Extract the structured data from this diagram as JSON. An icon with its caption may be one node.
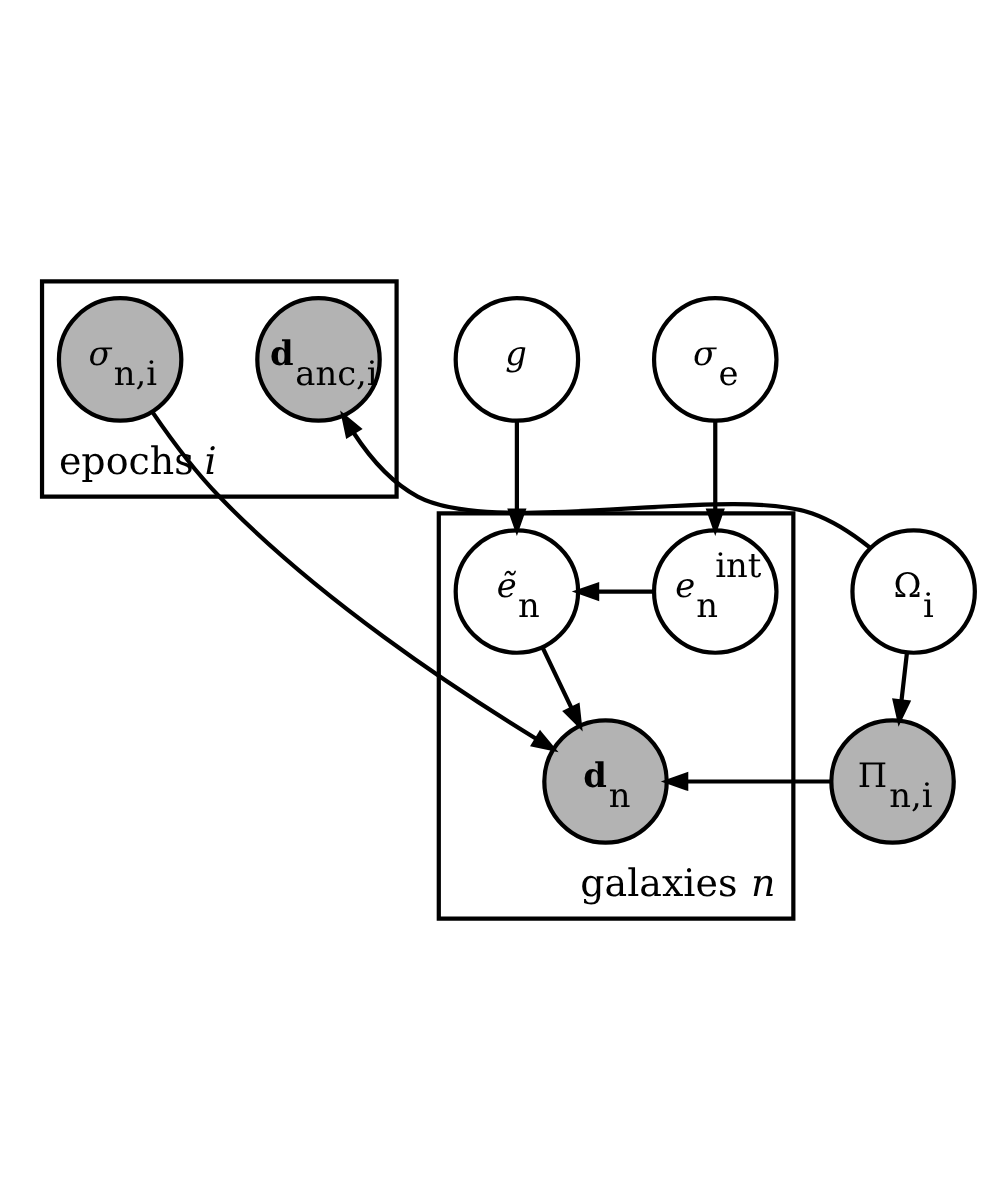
{
  "diagram": {
    "nodes": [
      {
        "text": [
          "epochs *i*"
        ]
      },
      {
        "text": [
          "**d**$_{anc,i}$"
        ],
        "in": 0
      },
      {
        "text": [
          "*g*"
        ]
      },
      {
        "text": [
          "*σ*$_{e}$"
        ]
      },
      {
        "text": [
          "galaxies *n*"
        ]
      },
      {
        "text": [
          "Ω$_{i}$"
        ]
      },
      {
        "text": [
          "*ẽ*$_{n}$"
        ],
        "in": 4
      },
      {
        "text": [
          "*e*$_{n}$$^{int}$"
        ],
        "in": 4
      },
      {
        "text": [
          "Π$_{n,i}$"
        ]
      },
      {
        "text": [
          "**d**$_{n}$"
        ],
        "in": 4
      },
      {
        "text": [
          "*σ*$_{n,i}$"
        ],
        "in": 0
      }
    ],
    "edges": [
      {
        "from": 5,
        "to": 1,
        "arrow": "to"
      },
      {
        "from": 2,
        "to": 6,
        "arrow": "to"
      },
      {
        "from": 3,
        "to": 7,
        "arrow": "to"
      },
      {
        "from": 7,
        "to": 6,
        "arrow": "to"
      },
      {
        "from": 5,
        "to": 8,
        "arrow": "to"
      },
      {
        "from": 6,
        "to": 9,
        "arrow": "to"
      },
      {
        "from": 8,
        "to": 9,
        "arrow": "to"
      },
      {
        "from": 10,
        "to": 9,
        "arrow": "to"
      }
    ]
  }
}
